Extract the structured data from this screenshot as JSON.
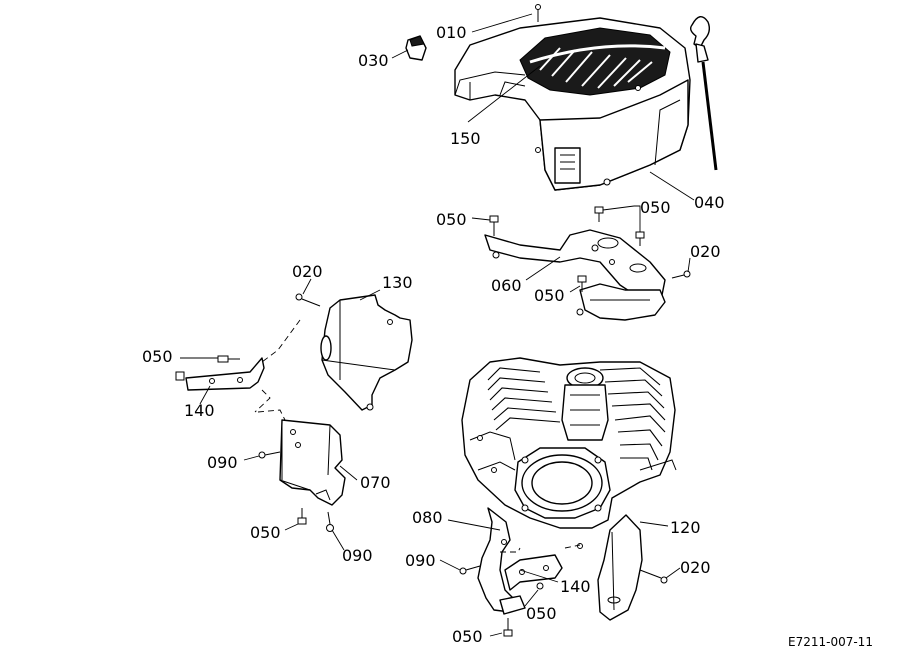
{
  "drawing_code": "E7211-007-11",
  "callouts": {
    "c010": "010",
    "c030": "030",
    "c150": "150",
    "c040": "040",
    "c050_a": "050",
    "c050_b": "050",
    "c020_a": "020",
    "c060": "060",
    "c050_c": "050",
    "c020_b": "020",
    "c130": "130",
    "c050_d": "050",
    "c140_a": "140",
    "c090_a": "090",
    "c070": "070",
    "c050_e": "050",
    "c090_b": "090",
    "c080": "080",
    "c120": "120",
    "c090_c": "090",
    "c140_b": "140",
    "c020_c": "020",
    "c050_f": "050",
    "c050_g": "050"
  }
}
